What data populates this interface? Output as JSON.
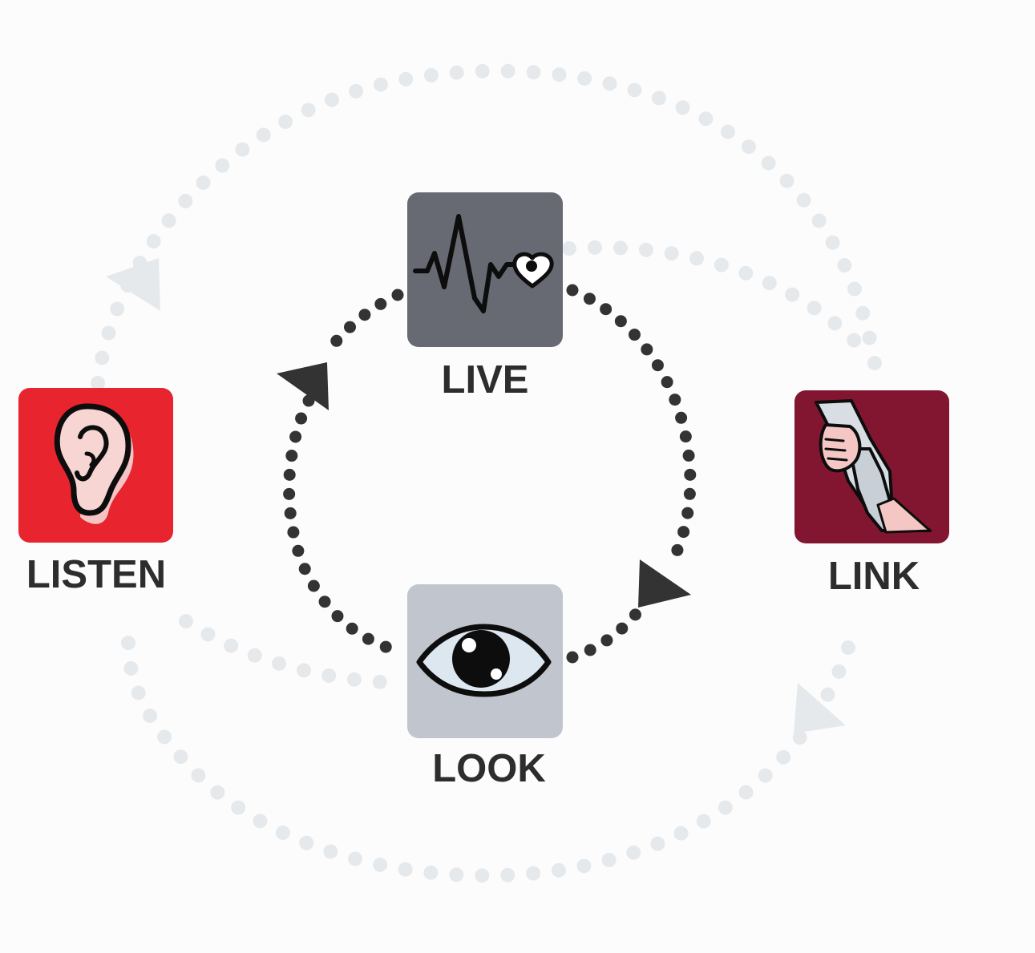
{
  "stages": {
    "live": {
      "label": "LIVE",
      "icon": "heartbeat-icon",
      "color": "#686a73"
    },
    "listen": {
      "label": "LISTEN",
      "icon": "ear-icon",
      "color": "#e8242f"
    },
    "look": {
      "label": "LOOK",
      "icon": "eye-icon",
      "color": "#c1c5cd"
    },
    "link": {
      "label": "LINK",
      "icon": "helping-hands-icon",
      "color": "#821631"
    }
  },
  "colors": {
    "inner_cycle": "#333333",
    "outer_cycle": "#e6e9ec",
    "label_text": "#2d2d2d"
  }
}
